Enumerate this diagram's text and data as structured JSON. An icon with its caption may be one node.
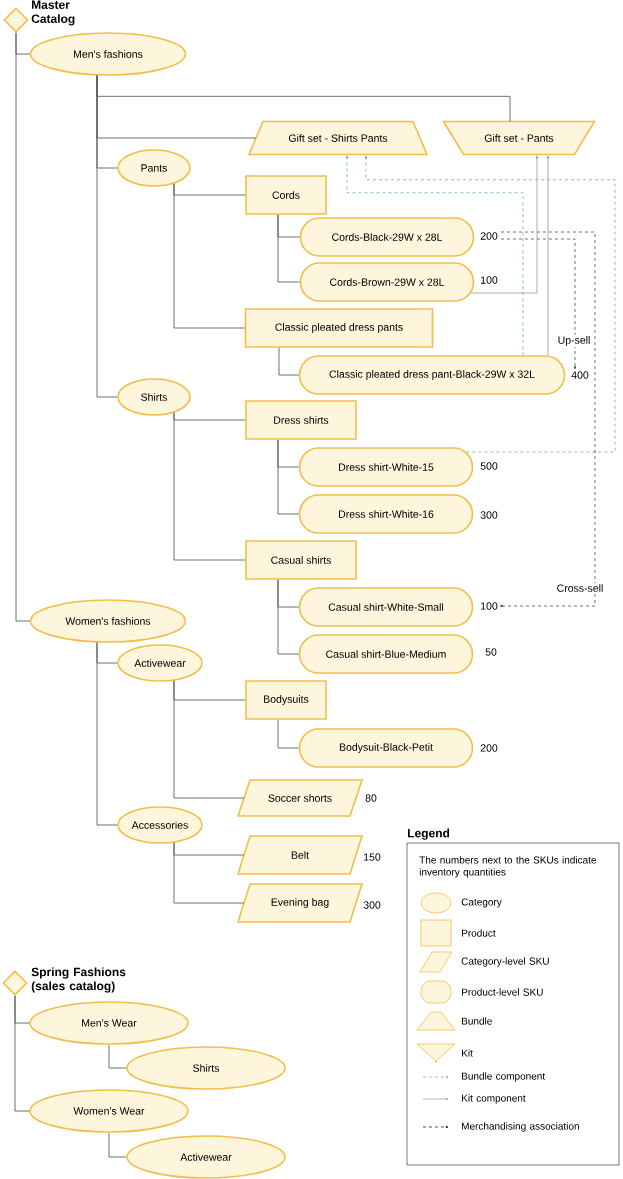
{
  "diagram": {
    "nodes": [
      {
        "text": [
          "Master Catalog"
        ]
      },
      {
        "text": [
          "Men's fashions"
        ]
      },
      {
        "text": [
          "Gift set - Shirts Pants"
        ]
      },
      {
        "text": [
          "Gift set - Pants"
        ]
      },
      {
        "text": [
          "Pants"
        ]
      },
      {
        "text": [
          "Cords"
        ]
      },
      {
        "text": [
          "Cords-Black-29W x 28L"
        ],
        "beside": [
          "200"
        ]
      },
      {
        "text": [
          "Cords-Brown-29W x 28L"
        ],
        "beside": [
          "100"
        ]
      },
      {
        "text": [
          "Classic pleated dress pants"
        ]
      },
      {
        "text": [
          "Classic pleated dress pant-Black-29W x 32L"
        ],
        "beside": [
          "400"
        ]
      },
      {
        "text": [
          "Shirts"
        ]
      },
      {
        "text": [
          "Dress shirts"
        ]
      },
      {
        "text": [
          "Dress shirt-White-15"
        ],
        "beside": [
          "500"
        ]
      },
      {
        "text": [
          "Dress shirt-White-16"
        ],
        "beside": [
          "300"
        ]
      },
      {
        "text": [
          "Casual shirts"
        ]
      },
      {
        "text": [
          "Casual shirt-White-Small"
        ],
        "beside": [
          "100"
        ]
      },
      {
        "text": [
          "Casual shirt-Blue-Medium"
        ],
        "beside": [
          "50"
        ]
      },
      {
        "text": [
          "Women's fashions"
        ]
      },
      {
        "text": [
          "Activewear"
        ]
      },
      {
        "text": [
          "Bodysuits"
        ]
      },
      {
        "text": [
          "Bodysuit-Black-Petit"
        ],
        "beside": [
          "200"
        ]
      },
      {
        "text": [
          "Soccer shorts"
        ],
        "beside": [
          "80"
        ]
      },
      {
        "text": [
          "Accessories"
        ]
      },
      {
        "text": [
          "Belt"
        ],
        "beside": [
          "150"
        ]
      },
      {
        "text": [
          "Evening bag"
        ],
        "beside": [
          "300"
        ]
      },
      {
        "text": [
          "Spring Fashions (sales catalog)"
        ]
      },
      {
        "text": [
          "Men's Wear"
        ]
      },
      {
        "text": [
          "Shirts"
        ]
      },
      {
        "text": [
          "Women's Wear"
        ]
      },
      {
        "text": [
          "Activewear"
        ]
      }
    ],
    "edges": [
      {
        "from": 0,
        "to": 1,
        "arrow": "none"
      },
      {
        "from": 0,
        "to": 17,
        "arrow": "none"
      },
      {
        "from": 1,
        "to": 3,
        "arrow": "none"
      },
      {
        "from": 1,
        "to": 2,
        "arrow": "none"
      },
      {
        "from": 1,
        "to": 4,
        "arrow": "none"
      },
      {
        "from": 1,
        "to": 10,
        "arrow": "none"
      },
      {
        "from": 4,
        "to": 5,
        "arrow": "none"
      },
      {
        "from": 4,
        "to": 8,
        "arrow": "none"
      },
      {
        "from": 5,
        "to": 6,
        "arrow": "none"
      },
      {
        "from": 5,
        "to": 7,
        "arrow": "none"
      },
      {
        "from": 8,
        "to": 9,
        "arrow": "none"
      },
      {
        "from": 10,
        "to": 11,
        "arrow": "none"
      },
      {
        "from": 10,
        "to": 14,
        "arrow": "none"
      },
      {
        "from": 11,
        "to": 12,
        "arrow": "none"
      },
      {
        "from": 11,
        "to": 13,
        "arrow": "none"
      },
      {
        "from": 14,
        "to": 15,
        "arrow": "none"
      },
      {
        "from": 14,
        "to": 16,
        "arrow": "none"
      },
      {
        "from": 17,
        "to": 18,
        "arrow": "none"
      },
      {
        "from": 17,
        "to": 22,
        "arrow": "none"
      },
      {
        "from": 18,
        "to": 19,
        "arrow": "none"
      },
      {
        "from": 18,
        "to": 21,
        "arrow": "none"
      },
      {
        "from": 19,
        "to": 20,
        "arrow": "none"
      },
      {
        "from": 22,
        "to": 23,
        "arrow": "none"
      },
      {
        "from": 22,
        "to": 24,
        "arrow": "none"
      },
      {
        "from": 25,
        "to": 26,
        "arrow": "none"
      },
      {
        "from": 25,
        "to": 28,
        "arrow": "none"
      },
      {
        "from": 26,
        "to": 27,
        "arrow": "none"
      },
      {
        "from": 28,
        "to": 29,
        "arrow": "none"
      },
      {
        "from": 9,
        "to": 2,
        "arrow": "to",
        "style": "dashed",
        "color": "#66b2a3"
      },
      {
        "from": 12,
        "to": 2,
        "arrow": "to",
        "style": "dashed",
        "color": "#66b2a3"
      },
      {
        "from": 7,
        "to": 3,
        "arrow": "to",
        "color": "#999999"
      },
      {
        "from": 9,
        "to": 3,
        "arrow": "to",
        "color": "#999999"
      },
      {
        "from": 6,
        "to": 9,
        "arrow": "to",
        "style": "dashed",
        "label": "Up-sell"
      },
      {
        "from": 6,
        "to": 15,
        "arrow": "to",
        "style": "dashed",
        "label": "Cross-sell"
      }
    ],
    "labels": [
      "Legend",
      "The numbers next to the SKUs indicate inventory quantities"
    ],
    "legend": [
      {
        "text": "Category"
      },
      {
        "text": "Product"
      },
      {
        "text": "Category-level SKU"
      },
      {
        "text": "Product-level SKU"
      },
      {
        "text": "Bundle"
      },
      {
        "text": "Kit"
      },
      {
        "text": "Bundle component"
      },
      {
        "text": "Kit component"
      },
      {
        "text": "Merchandising association"
      }
    ]
  }
}
